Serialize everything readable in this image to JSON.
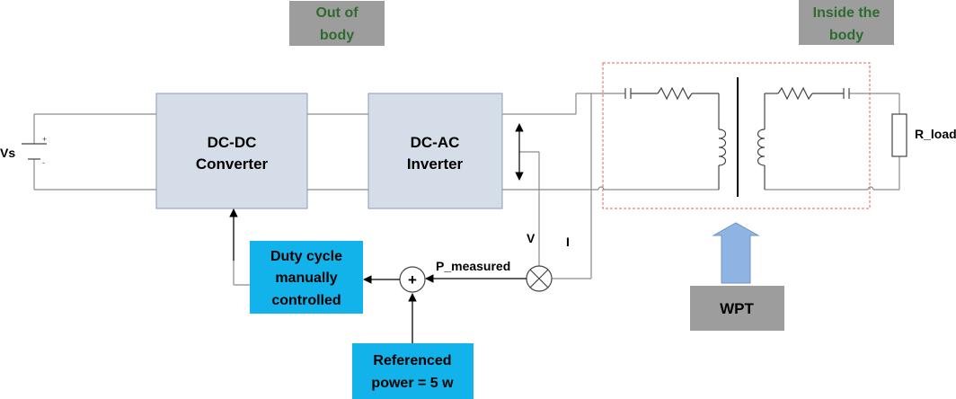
{
  "labels": {
    "out_of_body": [
      "Out of",
      "body"
    ],
    "inside_body": [
      "Inside the",
      "body"
    ],
    "vs": "Vs",
    "dcdc": [
      "DC-DC",
      "Converter"
    ],
    "dcac": [
      "DC-AC",
      "Inverter"
    ],
    "r_load": "R_load",
    "v": "V",
    "i": "I",
    "p_measured": "P_measured",
    "plus": "+",
    "duty": [
      "Duty cycle",
      "manually",
      "controlled"
    ],
    "ref": [
      "Referenced",
      "power = 5 w"
    ],
    "wpt": "WPT",
    "batt_plus": "+",
    "batt_minus": "-"
  },
  "colors": {
    "gray_box": "#9d9d9d",
    "gray_text": "#3a6a2a",
    "converter_fill": "#d5dde8",
    "cyan_box": "#12b3eb",
    "wpt_arrow": "#8fb4e3",
    "dashed_red": "#e06060"
  }
}
